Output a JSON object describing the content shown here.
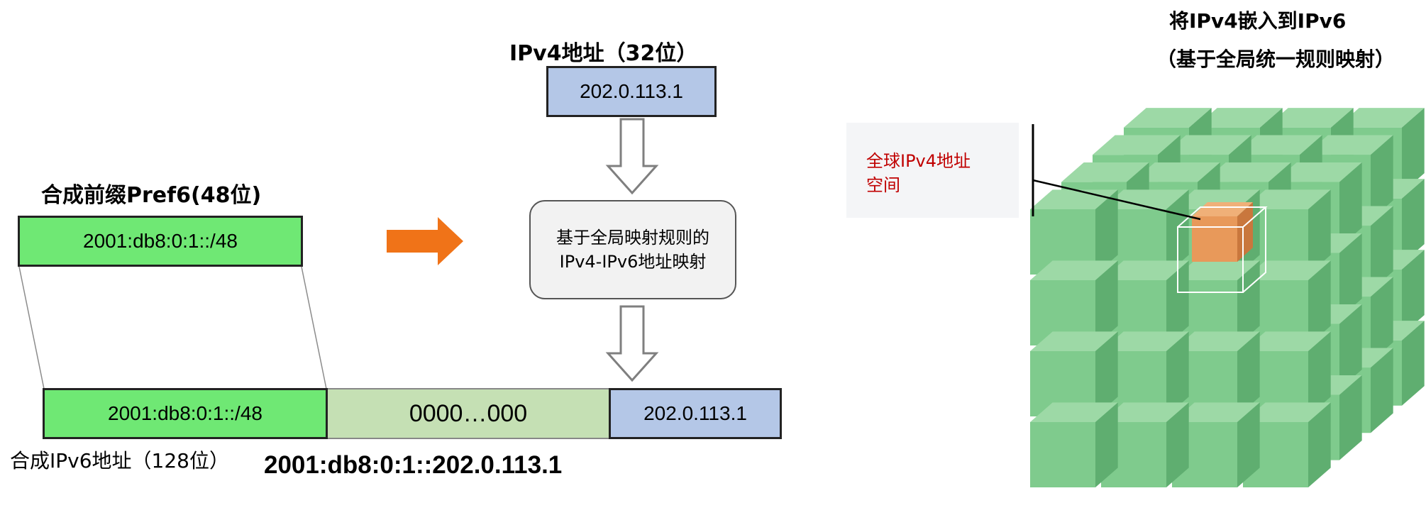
{
  "left": {
    "ipv4_title": "IPv4地址（32位）",
    "ipv4_box": "202.0.113.1",
    "prefix_title": "合成前缀Pref6(48位)",
    "prefix_box": "2001:db8:0:1::/48",
    "mapping_box": "基于全局映射规则的IPv4-IPv6地址映射",
    "result_prefix": "2001:db8:0:1::/48",
    "result_zeros": "0000…000",
    "result_ipv4": "202.0.113.1",
    "result_label": "合成IPv6地址（128位）",
    "result_address": "2001:db8:0:1::202.0.113.1"
  },
  "right": {
    "title_line1": "将IPv4嵌入到IPv6",
    "title_line2": "（基于全局统一规则映射）",
    "callout_line1": "全球IPv4地址",
    "callout_line2": "空间"
  },
  "colors": {
    "green": "#6fe874",
    "light_green": "#c5e0b4",
    "blue": "#b4c7e7",
    "orange": "#f07318",
    "cube_front": "#7fcb8d",
    "cube_top": "#9dd9a6",
    "cube_side": "#5fae70",
    "highlight": "#e8995a",
    "callout_text": "#c00000"
  },
  "icons": {
    "down_arrow": "hollow-down-arrow-icon",
    "right_arrow": "orange-right-arrow-icon"
  }
}
